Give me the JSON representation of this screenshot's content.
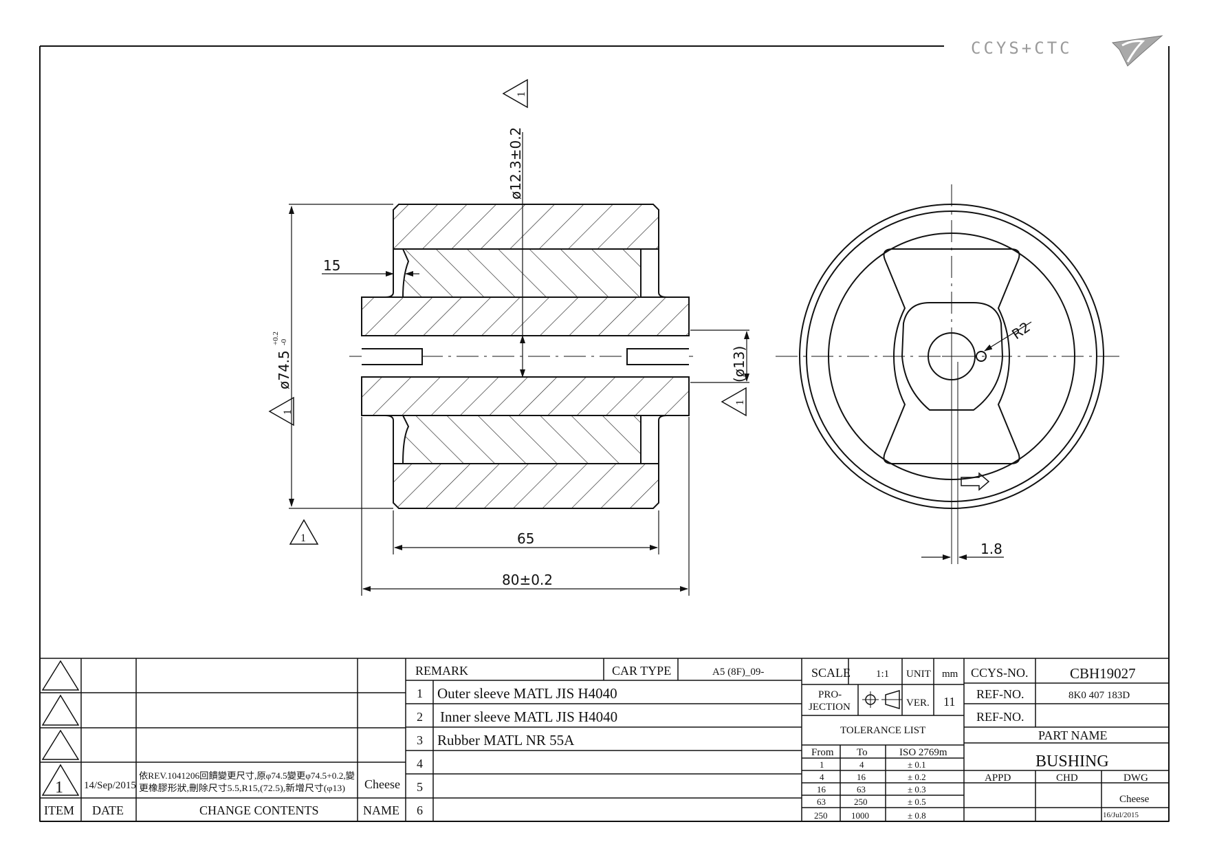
{
  "logo": {
    "text": "CCYS+CTC"
  },
  "dimensions": {
    "inner_bore": "ø12.3±0.2",
    "outer_dia": "ø74.5",
    "outer_dia_tol_upper": "+0.2",
    "outer_dia_tol_lower": "-0",
    "shoulder": "15",
    "key_dia": "(ø13)",
    "length_outer": "65",
    "length_total": "80±0.2",
    "radius": "R2",
    "key_offset": "1.8"
  },
  "revision_marker": "1",
  "revisions": {
    "item": "1",
    "date": "14/Sep/2015",
    "content_line1": "依REV.1041206回饋變更尺寸,原φ74.5變更φ74.5+0.2,變",
    "content_line2": "更橡膠形狀,刪除尺寸5.5,R15,(72.5),新增尺寸(φ13)",
    "name": "Cheese",
    "headers": {
      "item": "ITEM",
      "date": "DATE",
      "contents": "CHANGE CONTENTS",
      "name": "NAME"
    }
  },
  "remarks": {
    "header": "REMARK",
    "car_type_label": "CAR TYPE",
    "car_type": "A5 (8F)_09-",
    "rows": [
      {
        "no": "1",
        "text": "Outer sleeve MATL JIS H4040"
      },
      {
        "no": "2",
        "text": "Inner sleeve MATL JIS H4040"
      },
      {
        "no": "3",
        "text": "Rubber MATL NR 55A"
      },
      {
        "no": "4",
        "text": ""
      },
      {
        "no": "5",
        "text": ""
      },
      {
        "no": "6",
        "text": ""
      }
    ]
  },
  "title_block": {
    "scale_label": "SCALE",
    "scale": "1:1",
    "unit_label": "UNIT",
    "unit": "mm",
    "projection_label_1": "PRO-",
    "projection_label_2": "JECTION",
    "ver_label": "VER.",
    "ver": "11",
    "tolerance_title": "TOLERANCE LIST",
    "tolerance_headers": {
      "from": "From",
      "to": "To",
      "iso": "ISO 2769m"
    },
    "tolerances": [
      {
        "from": "1",
        "to": "4",
        "tol": "± 0.1"
      },
      {
        "from": "4",
        "to": "16",
        "tol": "± 0.2"
      },
      {
        "from": "16",
        "to": "63",
        "tol": "± 0.3"
      },
      {
        "from": "63",
        "to": "250",
        "tol": "± 0.5"
      },
      {
        "from": "250",
        "to": "1000",
        "tol": "± 0.8"
      }
    ],
    "ccys_no_label": "CCYS-NO.",
    "ccys_no": "CBH19027",
    "ref_no_label": "REF-NO.",
    "ref_no_1": "8K0 407 183D",
    "ref_no_label_2": "REF-NO.",
    "ref_no_2": "",
    "part_name_label": "PART NAME",
    "part_name": "BUSHING",
    "appd_label": "APPD",
    "chd_label": "CHD",
    "dwg_label": "DWG",
    "dwg_name": "Cheese",
    "dwg_date": "16/Jul/2015"
  }
}
